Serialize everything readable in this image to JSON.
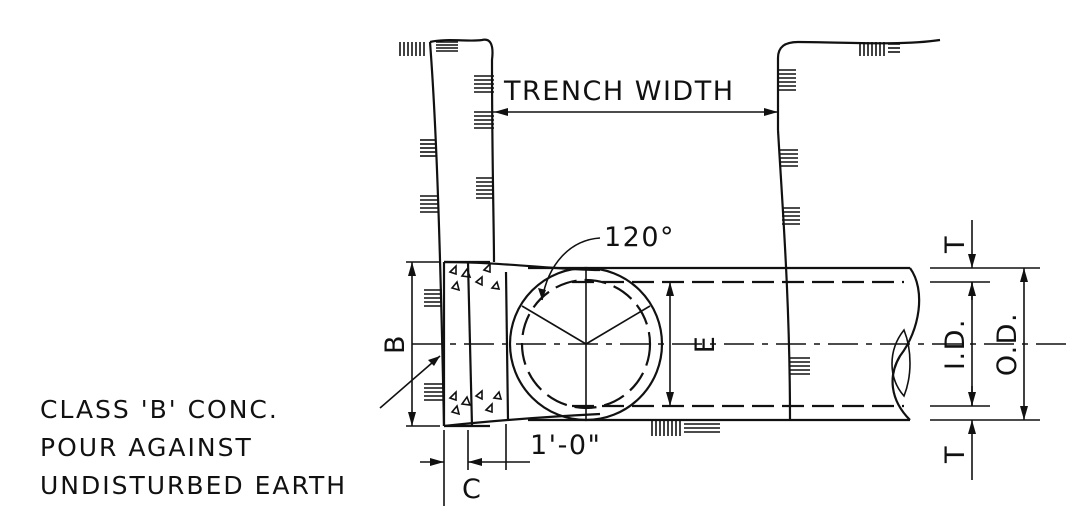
{
  "labels": {
    "trench_width": "TRENCH WIDTH",
    "angle": "120°",
    "b": "B",
    "e": "E",
    "t_top": "T",
    "t_bottom": "T",
    "id": "I.D.",
    "od": "O.D.",
    "one_foot": "1'-0\"",
    "c": "C",
    "note_line1": "CLASS 'B' CONC.",
    "note_line2": "POUR AGAINST",
    "note_line3": "UNDISTURBED EARTH"
  }
}
